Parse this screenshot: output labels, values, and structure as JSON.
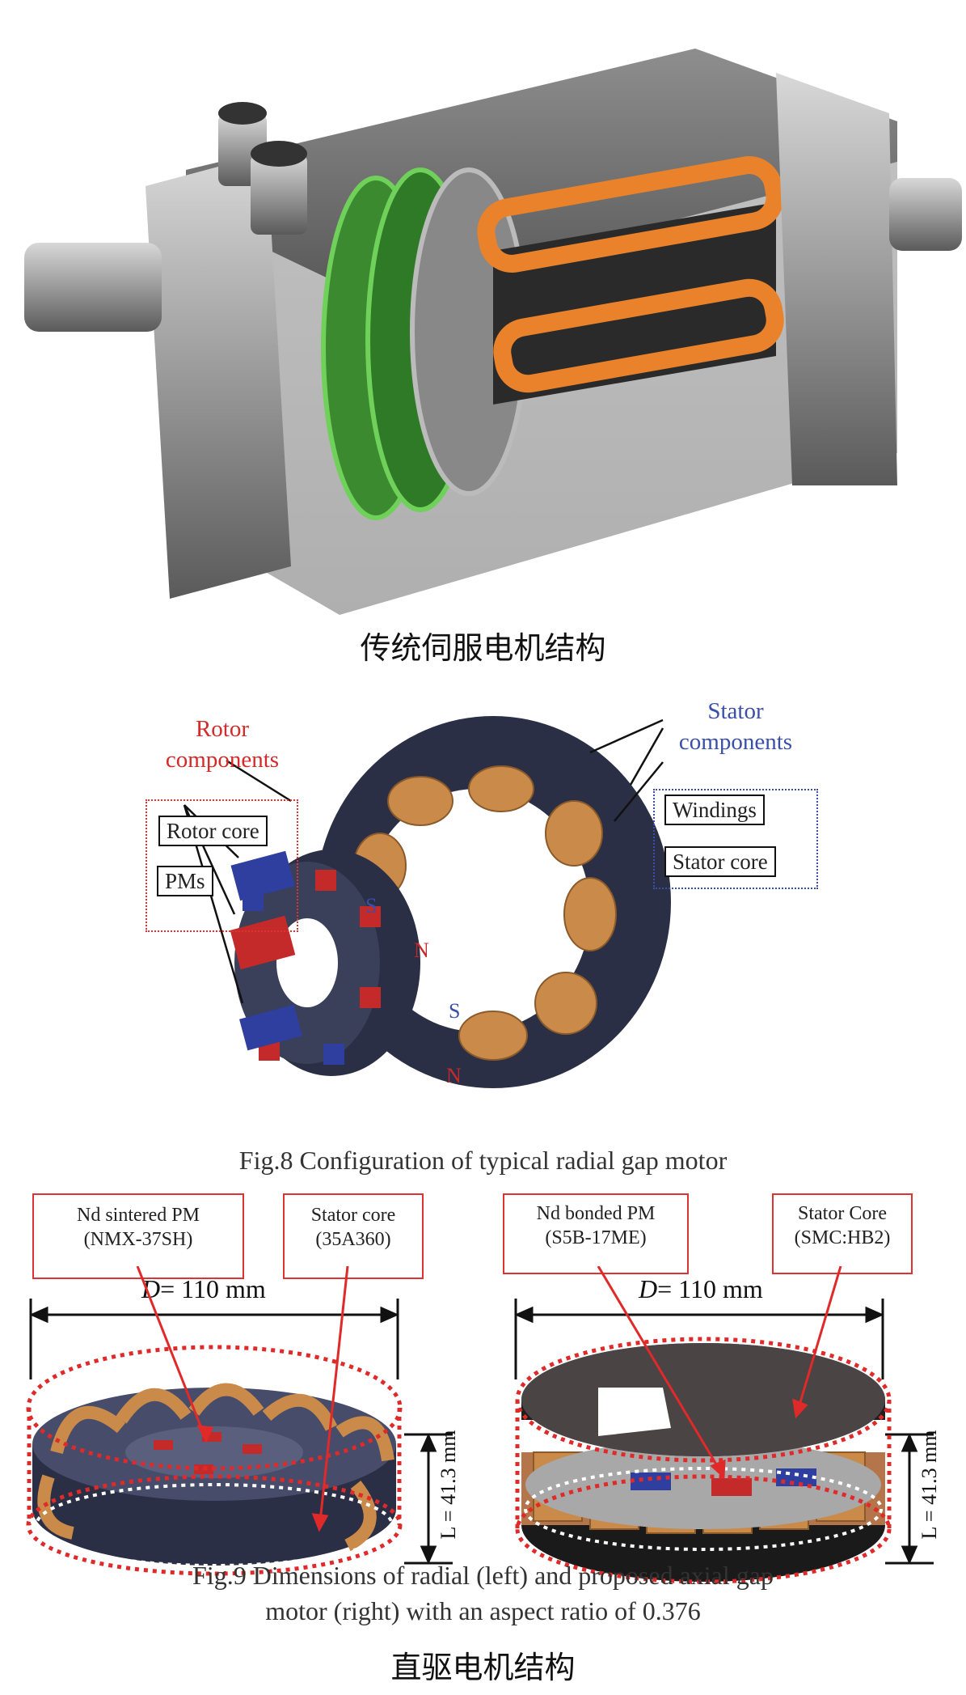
{
  "top": {
    "caption": "传统伺服电机结构"
  },
  "fig8": {
    "rotor_title": "Rotor components",
    "rotor_title_line1": "Rotor",
    "rotor_title_line2": "components",
    "stator_title_line1": "Stator",
    "stator_title_line2": "components",
    "rotor_core": "Rotor core",
    "pms": "PMs",
    "windings": "Windings",
    "stator_core": "Stator core",
    "pole_labels": [
      "S",
      "N",
      "S",
      "N"
    ],
    "caption": "Fig.8 Configuration of typical radial gap motor"
  },
  "fig9": {
    "left_pm_line1": "Nd sintered PM",
    "left_pm_line2": "(NMX-37SH)",
    "left_core_line1": "Stator core",
    "left_core_line2": "(35A360)",
    "right_pm_line1": "Nd bonded PM",
    "right_pm_line2": "(S5B-17ME)",
    "right_core_line1": "Stator Core",
    "right_core_line2": "(SMC:HB2)",
    "dim_d_symbol": "D",
    "dim_d_value": "= 110 mm",
    "dim_l_label": "L = 41.3 mm",
    "caption_line1": "Fig.9 Dimensions of radial (left) and proposed axial gap",
    "caption_line2": "motor (right) with an aspect ratio of 0.376"
  },
  "bottom": {
    "caption": "直驱电机结构"
  },
  "colors": {
    "copper": "#c98a4a",
    "stator_navy": "#2b2f45",
    "orange_winding": "#e9822a",
    "pcb_green": "#5fb54a",
    "magnet_red": "#c42a2a",
    "magnet_blue": "#2e3fa0"
  }
}
